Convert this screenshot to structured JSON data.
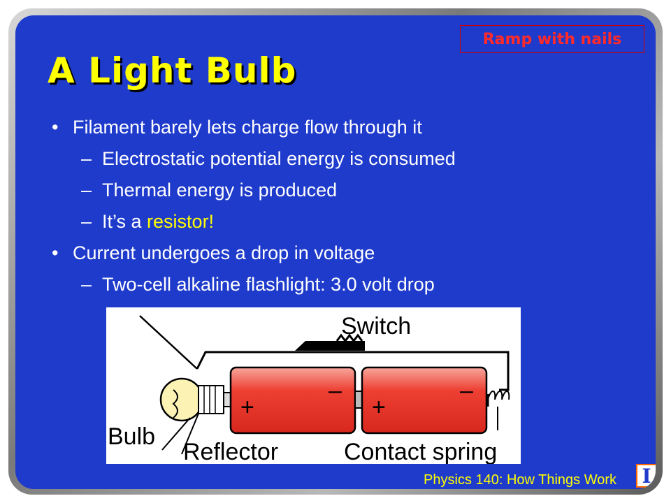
{
  "slide": {
    "tag_label": "Ramp with nails",
    "title": "A Light Bulb",
    "bullets": [
      {
        "text": "Filament barely lets charge flow through it"
      },
      {
        "text": "Electrostatic potential energy is consumed"
      },
      {
        "text": "Thermal energy is produced"
      },
      {
        "prefix": "It’s a ",
        "highlight": "resistor!"
      },
      {
        "text": "Current undergoes a drop in voltage"
      },
      {
        "text": "Two-cell alkaline flashlight: 3.0 volt drop"
      }
    ],
    "diagram": {
      "labels": {
        "switch": "Switch",
        "bulb": "Bulb",
        "reflector": "Reflector",
        "contact_spring": "Contact spring",
        "plus": "+",
        "minus": "–"
      }
    },
    "footer": "Physics 140: How Things Work",
    "logo_letter": "I",
    "colors": {
      "background": "#1f3bcc",
      "title": "#ffff00",
      "tag": "#ff2a2a",
      "highlight": "#ffff00",
      "battery": "#ee3f33"
    }
  }
}
